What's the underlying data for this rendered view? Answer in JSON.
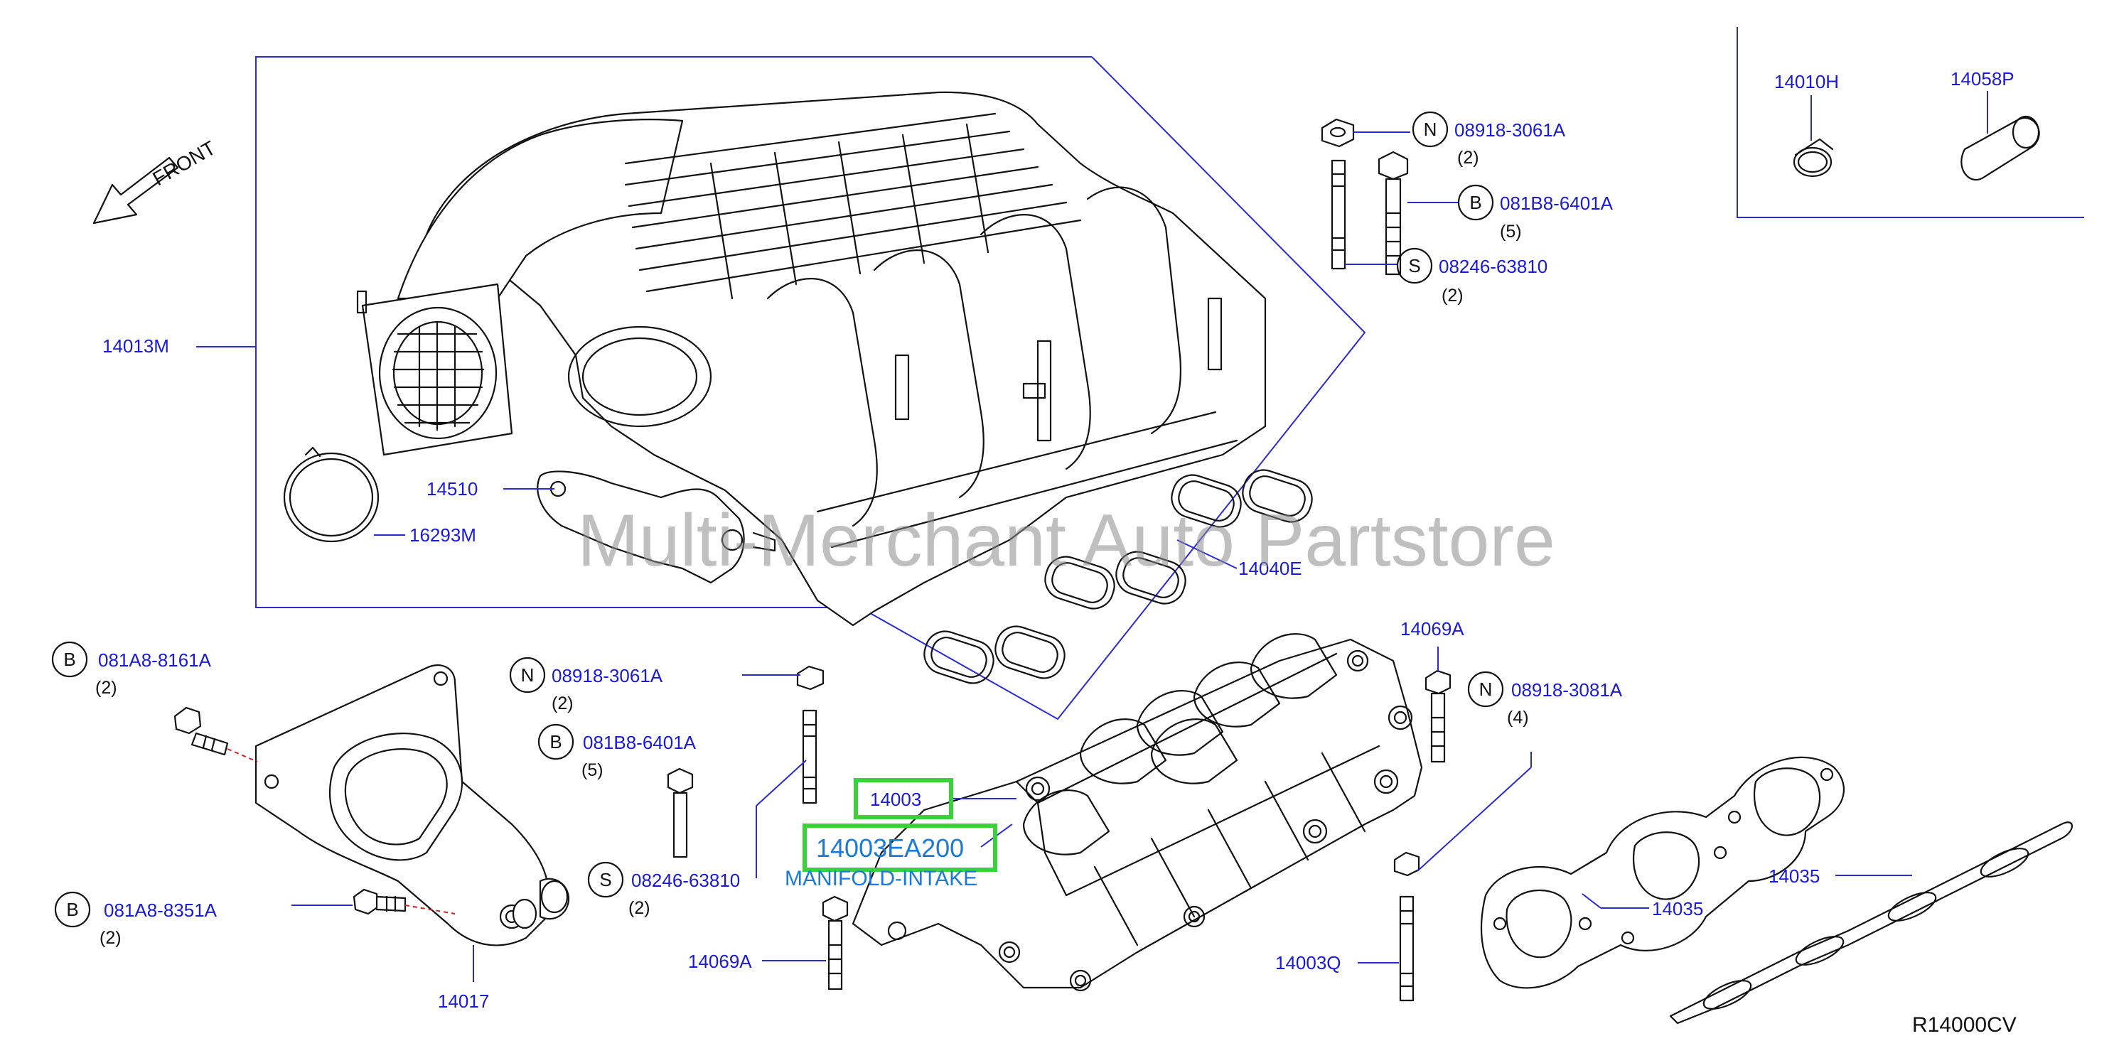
{
  "diagram": {
    "code": "R14000CV",
    "front_label": "FRONT",
    "watermark": "Multi-Merchant Auto Partstore",
    "colors": {
      "label": "#1a1ad6",
      "highlight": "#3ad13a",
      "line": "#2a2ad0",
      "dash": "#d02020"
    }
  },
  "labels": {
    "p14013m": "14013M",
    "p14510": "14510",
    "p16293m": "16293M",
    "p14040e": "14040E",
    "p14010h": "14010H",
    "p14058p": "14058P",
    "p14069a_top": "14069A",
    "p14069a_bottom": "14069A",
    "p14003": "14003",
    "p14003ea200": "14003EA200",
    "manifold_intake": "MANIFOLD-INTAKE",
    "p14003q": "14003Q",
    "p14035_mid": "14035",
    "p14035_right": "14035",
    "p14017": "14017"
  },
  "callouts": [
    {
      "id": "c1",
      "letter": "N",
      "part": "08918-3061A",
      "qty": "(2)"
    },
    {
      "id": "c2",
      "letter": "B",
      "part": "081B8-6401A",
      "qty": "(5)"
    },
    {
      "id": "c3",
      "letter": "S",
      "part": "08246-63810",
      "qty": "(2)"
    },
    {
      "id": "c4",
      "letter": "B",
      "part": "081A8-8161A",
      "qty": "(2)"
    },
    {
      "id": "c5",
      "letter": "N",
      "part": "08918-3061A",
      "qty": "(2)"
    },
    {
      "id": "c6",
      "letter": "B",
      "part": "081B8-6401A",
      "qty": "(5)"
    },
    {
      "id": "c7",
      "letter": "S",
      "part": "08246-63810",
      "qty": "(2)"
    },
    {
      "id": "c8",
      "letter": "N",
      "part": "08918-3081A",
      "qty": "(4)"
    },
    {
      "id": "c9",
      "letter": "B",
      "part": "081A8-8351A",
      "qty": "(2)"
    }
  ]
}
